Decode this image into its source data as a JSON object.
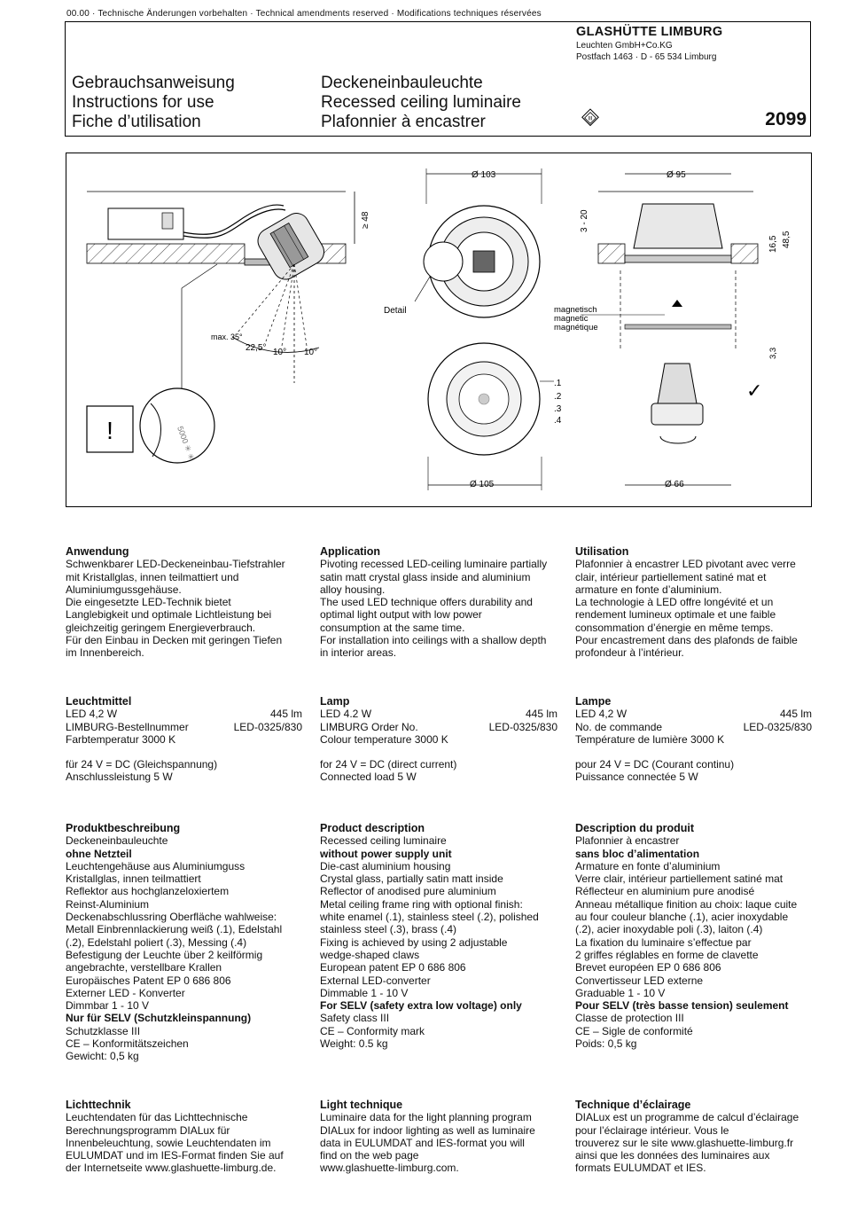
{
  "header": {
    "topline": "00.00  ·  Technische Änderungen vorbehalten  ·  Technical amendments reserved  ·  Modifications techniques réservées",
    "brand": "GLASHÜTTE LIMBURG",
    "brand_line1": "Leuchten GmbH+Co.KG",
    "brand_line2": "Postfach 1463   ·   D - 65 534   Limburg",
    "doc_titles": [
      "Gebrauchsanweisung",
      "Instructions for use",
      "Fiche d’utilisation"
    ],
    "product_titles": [
      "Deckeneinbauleuchte",
      "Recessed ceiling luminaire",
      "Plafonnier à encastrer"
    ],
    "product_number": "2099",
    "class_symbol": "III"
  },
  "diagram": {
    "d103": "Ø 103",
    "d95": "Ø 95",
    "d105": "Ø 105",
    "d66": "Ø 66",
    "ge48": "≥ 48",
    "h3_20": "3 - 20",
    "h16_5": "16,5",
    "h48_5": "48,5",
    "h3_3": "3,3",
    "detail": "Detail",
    "magnet": [
      "magnetisch",
      "magnetic",
      "magnétique"
    ],
    "max35": "max. 35°",
    "a22_5": "22,5°",
    "a10a": "10°",
    "a10b": "10°",
    "variants": [
      ".1",
      ".2",
      ".3",
      ".4"
    ],
    "warning": "!",
    "check": "✓"
  },
  "columns": [
    {
      "app_title": "Anwendung",
      "app_text": [
        "Schwenkbarer LED-Deckeneinbau-Tiefstrahler",
        "mit Kristallglas, innen teilmattiert und",
        "Aluminiumgussgehäuse.",
        "Die eingesetzte LED-Technik bietet",
        "Langlebigkeit und optimale Lichtleistung bei",
        "gleichzeitig geringem Energieverbrauch.",
        "Für den Einbau in Decken mit geringen Tiefen",
        "im Innenbereich."
      ],
      "lamp_title": "Leuchtmittel",
      "lamp_rows": [
        [
          "LED  4,2 W",
          "445 lm"
        ],
        [
          "LIMBURG-Bestellnummer",
          "LED-0325/830"
        ]
      ],
      "lamp_text1": "Farbtemperatur 3000 K",
      "lamp_text2": [
        "für 24 V = DC (Gleichspannung)",
        "Anschlussleistung 5 W"
      ],
      "prod_title": "Produktbeschreibung",
      "prod_lines": [
        {
          "t": "Deckeneinbauleuchte",
          "b": false
        },
        {
          "t": "ohne Netzteil",
          "b": true
        },
        {
          "t": "Leuchtengehäuse aus Aluminiumguss",
          "b": false
        },
        {
          "t": "Kristallglas, innen teilmattiert",
          "b": false
        },
        {
          "t": "Reflektor aus hochglanzeloxiertem",
          "b": false
        },
        {
          "t": "Reinst-Aluminium",
          "b": false
        },
        {
          "t": "Deckenabschlussring Oberfläche wahlweise:",
          "b": false
        },
        {
          "t": "Metall Einbrennlackierung weiß (.1), Edelstahl",
          "b": false
        },
        {
          "t": "(.2), Edelstahl poliert (.3), Messing (.4)",
          "b": false
        },
        {
          "t": "Befestigung der Leuchte über 2 keilförmig",
          "b": false
        },
        {
          "t": "angebrachte, verstellbare Krallen",
          "b": false
        },
        {
          "t": "Europäisches Patent EP 0 686 806",
          "b": false
        },
        {
          "t": "Externer LED - Konverter",
          "b": false
        },
        {
          "t": "Dimmbar 1 - 10 V",
          "b": false
        },
        {
          "t": "Nur für SELV (Schutzkleinspannung)",
          "b": true
        },
        {
          "t": "Schutzklasse III",
          "b": false
        },
        {
          "t": "CE – Konformitätszeichen",
          "b": false
        },
        {
          "t": "Gewicht: 0,5 kg",
          "b": false
        }
      ],
      "light_title": "Lichttechnik",
      "light_text": [
        "Leuchtendaten für das Lichttechnische",
        "Berechnungsprogramm DIALux für",
        "Innenbeleuchtung, sowie Leuchtendaten im",
        "EULUMDAT und im IES-Format finden Sie auf",
        "der Internetseite www.glashuette-limburg.de."
      ]
    },
    {
      "app_title": "Application",
      "app_text": [
        "Pivoting recessed LED-ceiling luminaire partially",
        "satin matt crystal glass inside and aluminium",
        "alloy housing.",
        "The used LED technique offers durability and",
        "optimal light output with low power",
        "consumption at the same time.",
        "For installation into ceilings with a shallow depth",
        "in interior areas."
      ],
      "lamp_title": "Lamp",
      "lamp_rows": [
        [
          "LED  4.2 W",
          "445 lm"
        ],
        [
          "LIMBURG Order No.",
          "LED-0325/830"
        ]
      ],
      "lamp_text1": "Colour temperature 3000 K",
      "lamp_text2": [
        "for 24 V = DC (direct current)",
        "Connected load 5 W"
      ],
      "prod_title": "Product description",
      "prod_lines": [
        {
          "t": "Recessed ceiling luminaire",
          "b": false
        },
        {
          "t": "without power supply unit",
          "b": true
        },
        {
          "t": "Die-cast aluminium housing",
          "b": false
        },
        {
          "t": "Crystal glass, partially satin matt inside",
          "b": false
        },
        {
          "t": "Reflector of anodised pure aluminium",
          "b": false
        },
        {
          "t": "Metal ceiling frame ring with optional finish:",
          "b": false
        },
        {
          "t": "white enamel (.1), stainless steel (.2), polished",
          "b": false
        },
        {
          "t": "stainless steel (.3), brass (.4)",
          "b": false
        },
        {
          "t": "Fixing is achieved by using 2 adjustable",
          "b": false
        },
        {
          "t": "wedge-shaped claws",
          "b": false
        },
        {
          "t": "European patent EP 0 686 806",
          "b": false
        },
        {
          "t": "External LED-converter",
          "b": false
        },
        {
          "t": "Dimmable 1 - 10 V",
          "b": false
        },
        {
          "t": "For SELV (safety extra low voltage) only",
          "b": true
        },
        {
          "t": "Safety class III",
          "b": false
        },
        {
          "t": "CE – Conformity mark",
          "b": false
        },
        {
          "t": "Weight: 0.5 kg",
          "b": false
        }
      ],
      "light_title": "Light technique",
      "light_text": [
        "Luminaire data for the light planning program",
        "DIALux for indoor lighting as well as luminaire",
        "data in EULUMDAT and IES-format you will",
        "find on the web page",
        "www.glashuette-limburg.com."
      ]
    },
    {
      "app_title": "Utilisation",
      "app_text": [
        "Plafonnier à encastrer LED pivotant avec verre",
        "clair, intérieur partiellement satiné mat et",
        "armature en fonte d’aluminium.",
        "La technologie à LED offre longévité et un",
        "rendement lumineux optimale et une faible",
        "consommation d’énergie en même temps.",
        "Pour encastrement dans des plafonds de faible",
        "profondeur à l’intérieur."
      ],
      "lamp_title": "Lampe",
      "lamp_rows": [
        [
          "LED  4,2 W",
          "445 lm"
        ],
        [
          "No. de commande",
          "LED-0325/830"
        ]
      ],
      "lamp_text1": "Température de lumière 3000 K",
      "lamp_text2": [
        "pour 24 V = DC (Courant continu)",
        "Puissance connectée 5 W"
      ],
      "prod_title": "Description du produit",
      "prod_lines": [
        {
          "t": "Plafonnier à encastrer",
          "b": false
        },
        {
          "t": "sans bloc d’alimentation",
          "b": true
        },
        {
          "t": "Armature en fonte d’aluminium",
          "b": false
        },
        {
          "t": "Verre clair, intérieur partiellement satiné mat",
          "b": false
        },
        {
          "t": "Réflecteur en aluminium pure anodisé",
          "b": false
        },
        {
          "t": "Anneau métallique finition au choix: laque cuite",
          "b": false
        },
        {
          "t": "au four couleur blanche (.1), acier inoxydable",
          "b": false
        },
        {
          "t": "(.2), acier inoxydable poli (.3), laiton (.4)",
          "b": false
        },
        {
          "t": "La fixation du luminaire s’effectue par",
          "b": false
        },
        {
          "t": "2 griffes réglables en forme de clavette",
          "b": false
        },
        {
          "t": "Brevet européen EP 0 686 806",
          "b": false
        },
        {
          "t": "Convertisseur LED externe",
          "b": false
        },
        {
          "t": "Graduable 1 - 10 V",
          "b": false
        },
        {
          "t": "Pour SELV (très basse tension) seulement",
          "b": true
        },
        {
          "t": "Classe de protection III",
          "b": false
        },
        {
          "t": "CE – Sigle de conformité",
          "b": false
        },
        {
          "t": "Poids: 0,5 kg",
          "b": false
        }
      ],
      "light_title": "Technique d’éclairage",
      "light_text": [
        "DIALux est un programme de calcul d’éclairage",
        "pour l’éclairage intérieur. Vous le",
        "trouverez sur le site www.glashuette-limburg.fr",
        "ainsi que les données des luminaires aux",
        "formats EULUMDAT et IES."
      ]
    }
  ]
}
